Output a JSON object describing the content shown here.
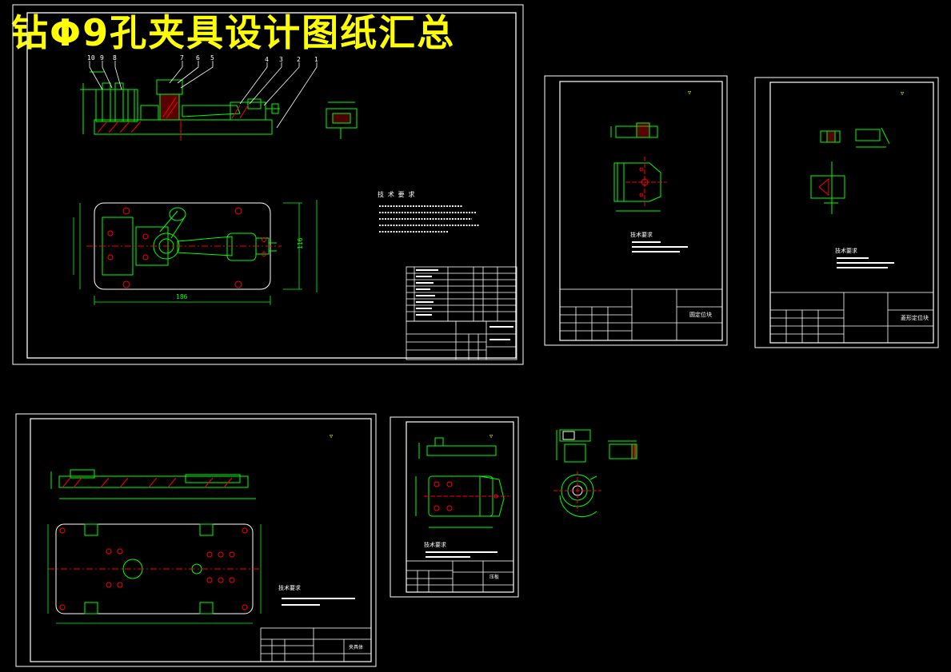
{
  "banner": {
    "title": "钻Φ9孔夹具设计图纸汇总"
  },
  "sheet_main": {
    "part_numbers": [
      "10",
      "9",
      "8",
      "7",
      "6",
      "5",
      "4",
      "3",
      "2",
      "1"
    ],
    "dims": {
      "length": "186",
      "width": "116"
    },
    "notes_title": "技 术 要 求"
  },
  "sheet_b": {
    "title": "圆定位块",
    "notes_title": "技术要求"
  },
  "sheet_c": {
    "title": "菱形定位块",
    "notes_title": "技术要求"
  },
  "sheet_d": {
    "title": "夹具体",
    "notes_title": "技术要求"
  },
  "sheet_e": {
    "title": "压板",
    "notes_title": "技术要求"
  },
  "colors": {
    "background": "#000000",
    "frame": "#ffffff",
    "geometry": "#00ff00",
    "hatch": "#ff0000",
    "text": "#ffff00",
    "centerline": "#ff0000"
  }
}
